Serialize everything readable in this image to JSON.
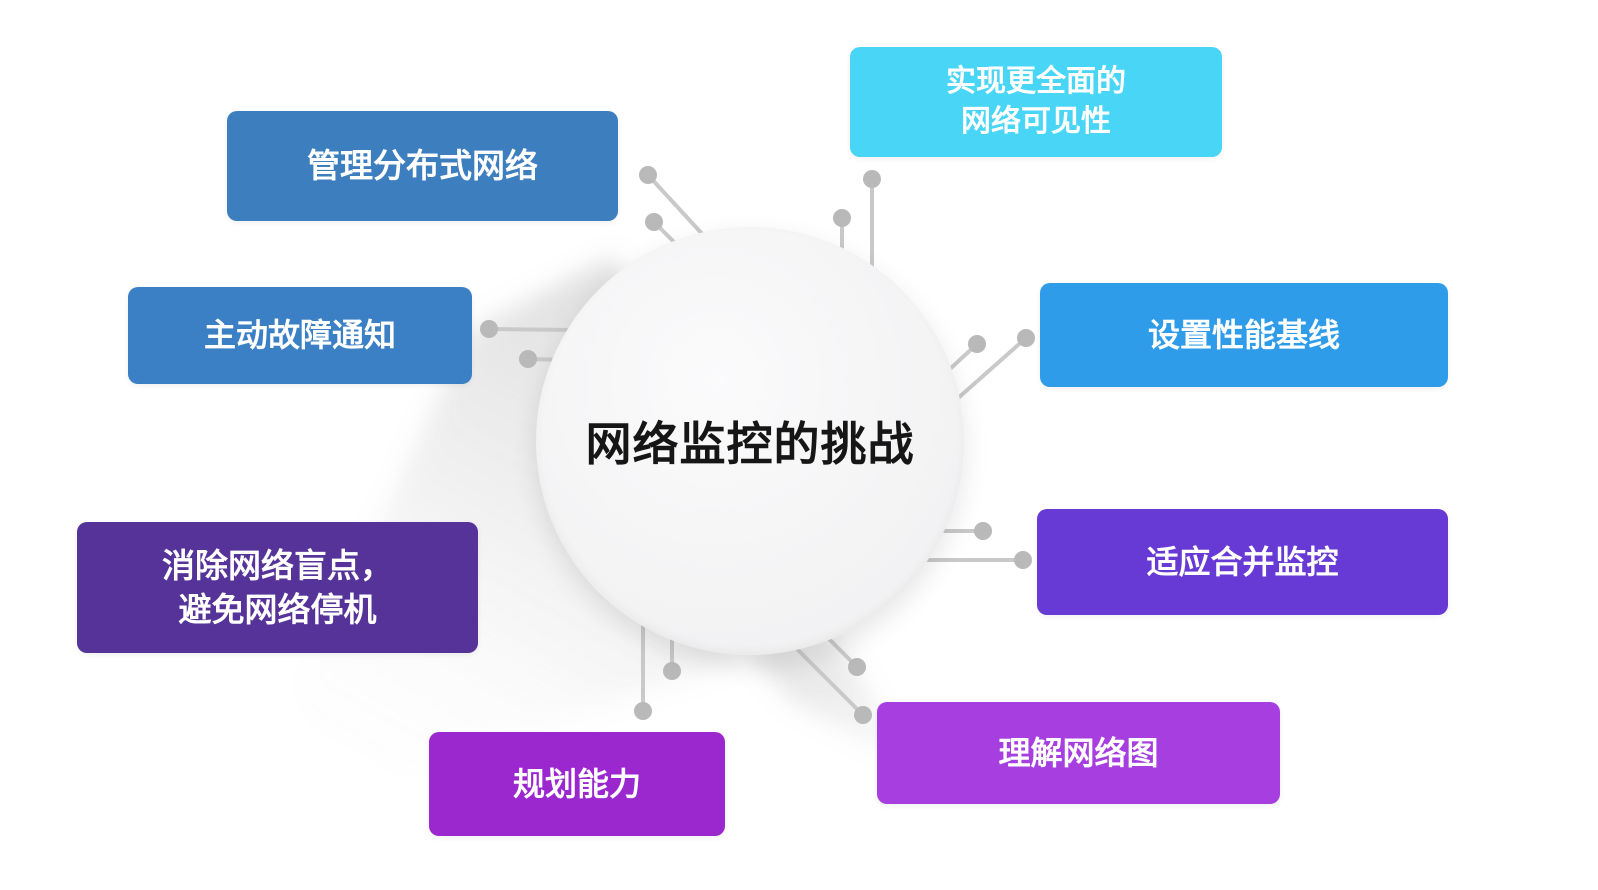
{
  "diagram": {
    "type": "hub-and-spoke infographic",
    "center": {
      "label": "网络监控的挑战",
      "bg_color": "#f4f4f5",
      "text_color": "#161616"
    },
    "nodes": [
      {
        "id": "manage-distributed-network",
        "label": "管理分布式网络",
        "color": "#3d7ebf",
        "position": "top-left"
      },
      {
        "id": "comprehensive-visibility",
        "label": "实现更全面的\n网络可见性",
        "color": "#49d5f6",
        "position": "top-right"
      },
      {
        "id": "proactive-fault-notification",
        "label": "主动故障通知",
        "color": "#3b80c4",
        "position": "left"
      },
      {
        "id": "performance-baseline",
        "label": "设置性能基线",
        "color": "#2f9ce9",
        "position": "right"
      },
      {
        "id": "eliminate-blind-spots",
        "label": "消除网络盲点，\n避免网络停机",
        "color": "#563399",
        "position": "bottom-left"
      },
      {
        "id": "consolidated-monitoring",
        "label": "适应合并监控",
        "color": "#6739d5",
        "position": "right-lower"
      },
      {
        "id": "planning-capacity",
        "label": "规划能力",
        "color": "#9b27cf",
        "position": "bottom"
      },
      {
        "id": "understand-network-map",
        "label": "理解网络图",
        "color": "#a63ee0",
        "position": "bottom-right"
      }
    ],
    "connectors": {
      "line_color": "#c9c9c9",
      "dot_color": "#b9b9b9"
    }
  }
}
